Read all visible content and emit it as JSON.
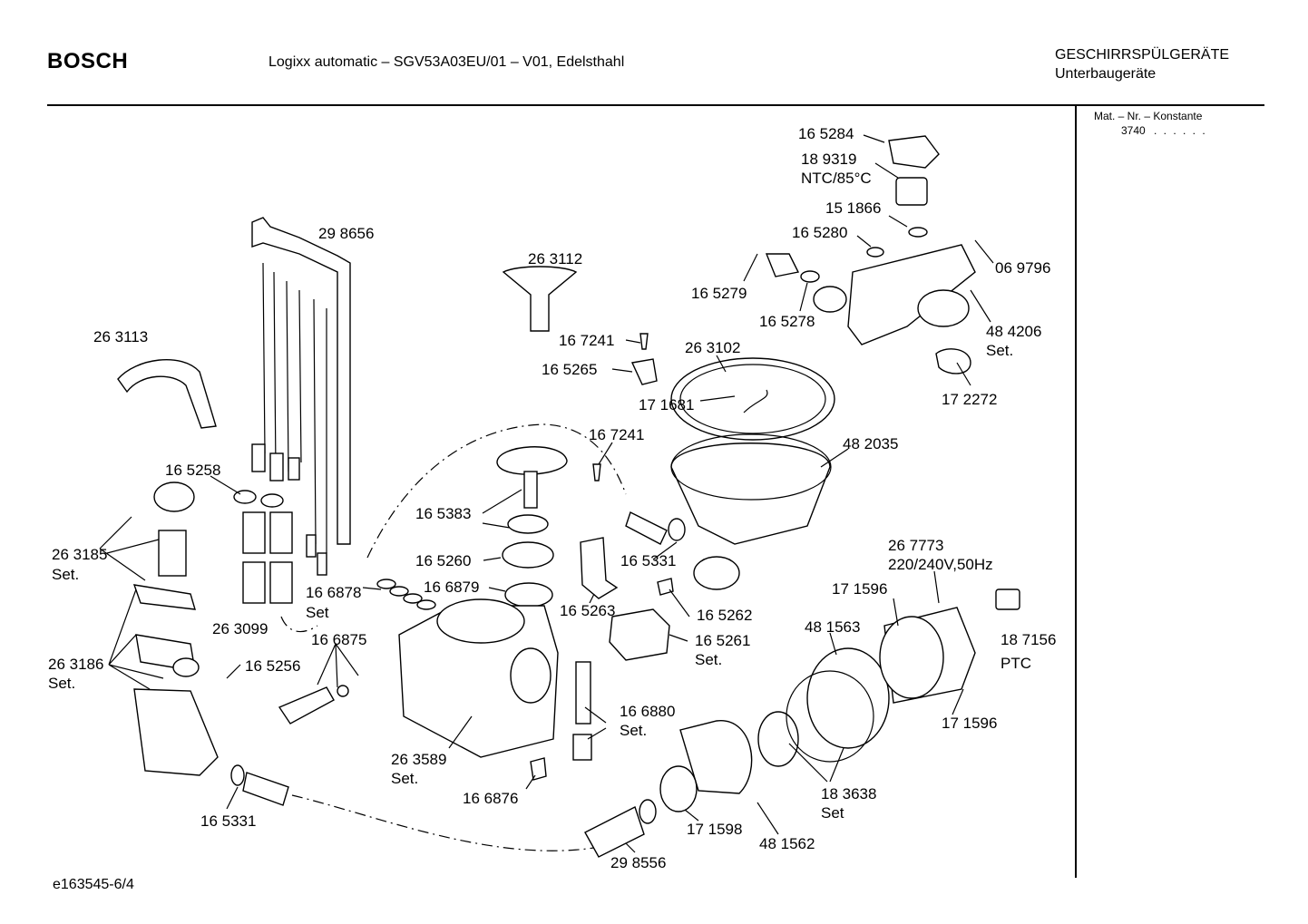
{
  "header": {
    "brand": "BOSCH",
    "subtitle": "Logixx automatic – SGV53A03EU/01 – V01, Edelsthahl",
    "category_line1": "GESCHIRRSPÜLGERÄTE",
    "category_line2": "Unterbaugeräte"
  },
  "side_panel": {
    "label": "Mat. – Nr. – Konstante",
    "value": "3740",
    "dots": ". .   . . . ."
  },
  "footer": {
    "code": "e163545-6/4"
  },
  "parts": {
    "p165284": "16 5284",
    "p189319": "18 9319",
    "ntc": "NTC/85°C",
    "p151866": "15 1866",
    "p165280": "16 5280",
    "p069796": "06 9796",
    "p165279": "16 5279",
    "p165278": "16 5278",
    "p484206": "48 4206",
    "set_484206": "Set.",
    "p298656": "29 8656",
    "p263112": "26 3112",
    "p263113": "26 3113",
    "p167241a": "16 7241",
    "p165265": "16 5265",
    "p263102": "26 3102",
    "p171681": "17 1681",
    "p172272": "17 2272",
    "p167241b": "16 7241",
    "p482035": "48 2035",
    "p165258": "16 5258",
    "p165383": "16 5383",
    "p263185": "26 3185",
    "set_263185": "Set.",
    "p165260": "16 5260",
    "p165331a": "16 5331",
    "p166879": "16 6879",
    "p166878": "16 6878",
    "set_166878": "Set",
    "p267773": "26 7773",
    "voltage": "220/240V,50Hz",
    "p171596a": "17 1596",
    "p165263": "16 5263",
    "p165262": "16 5262",
    "p263099": "26 3099",
    "p166875": "16 6875",
    "p481563": "48 1563",
    "p187156": "18 7156",
    "p165261": "16 5261",
    "set_165261": "Set.",
    "p263186": "26 3186",
    "set_263186": "Set.",
    "p165256": "16 5256",
    "ptc": "PTC",
    "p166880": "16 6880",
    "set_166880": "Set.",
    "p171596b": "17 1596",
    "p263589": "26 3589",
    "set_263589": "Set.",
    "p183638": "18 3638",
    "set_183638": "Set",
    "p166876": "16 6876",
    "p165331b": "16 5331",
    "p171598": "17 1598",
    "p481562": "48 1562",
    "p298556": "29 8556"
  }
}
